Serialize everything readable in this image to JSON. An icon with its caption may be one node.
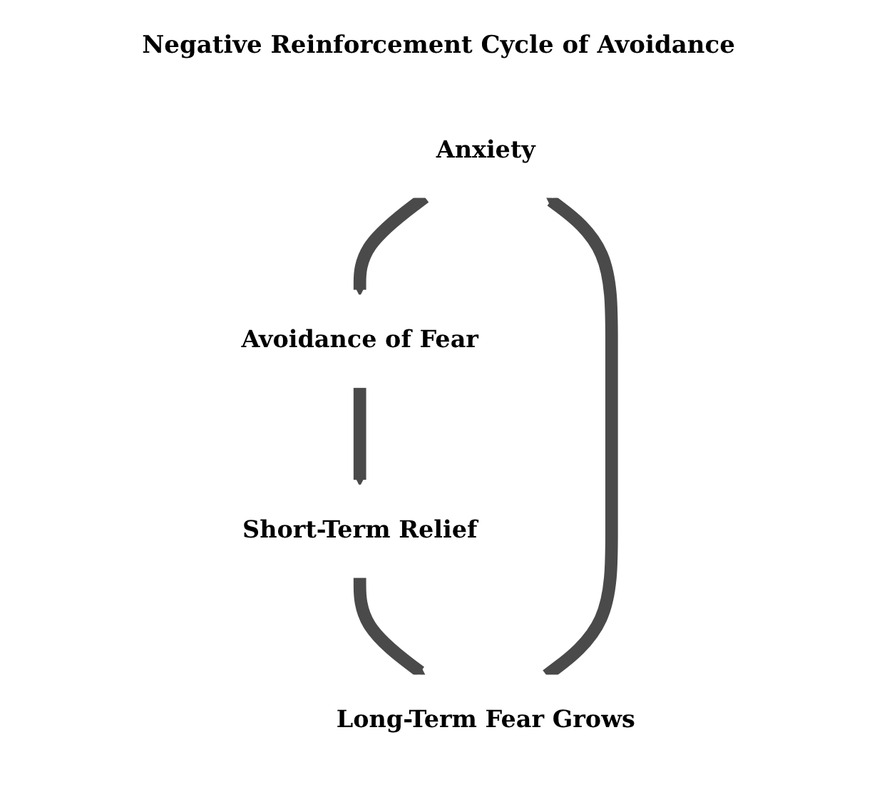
{
  "diagram": {
    "title": "Negative Reinforcement Cycle of Avoidance",
    "nodes": [
      {
        "text": [
          "Anxiety"
        ]
      },
      {
        "text": [
          "Avoidance of Fear"
        ]
      },
      {
        "text": [
          "Short-Term Relief"
        ]
      },
      {
        "text": [
          "Long-Term Fear Grows"
        ]
      }
    ],
    "edges": [
      {
        "from": 0,
        "to": 1,
        "arrow": "to"
      },
      {
        "from": 1,
        "to": 2,
        "arrow": "to"
      },
      {
        "from": 2,
        "to": 3,
        "arrow": "to"
      },
      {
        "from": 3,
        "to": 0,
        "arrow": "to"
      }
    ]
  }
}
